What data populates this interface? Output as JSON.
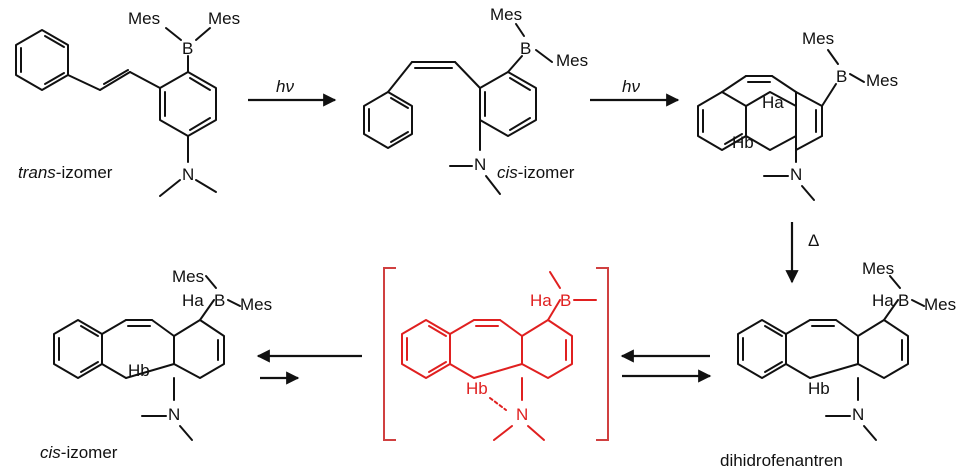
{
  "reagents": {
    "step1": "hν",
    "step2": "hν",
    "step3": "Δ"
  },
  "atoms": {
    "mes": "Mes",
    "boron": "B",
    "nitrogen": "N",
    "ha": "Ha",
    "hb": "Hb"
  },
  "labels": {
    "trans_prefix": "trans",
    "trans_suffix": "-izomer",
    "cis_prefix": "cis",
    "cis_suffix": "-izomer",
    "cis2_prefix": "cis",
    "cis2_suffix": "-izomer",
    "dhp": "dihidrofenantren"
  },
  "colors": {
    "intermediate": "#e02020",
    "bracket": "#d04040"
  }
}
